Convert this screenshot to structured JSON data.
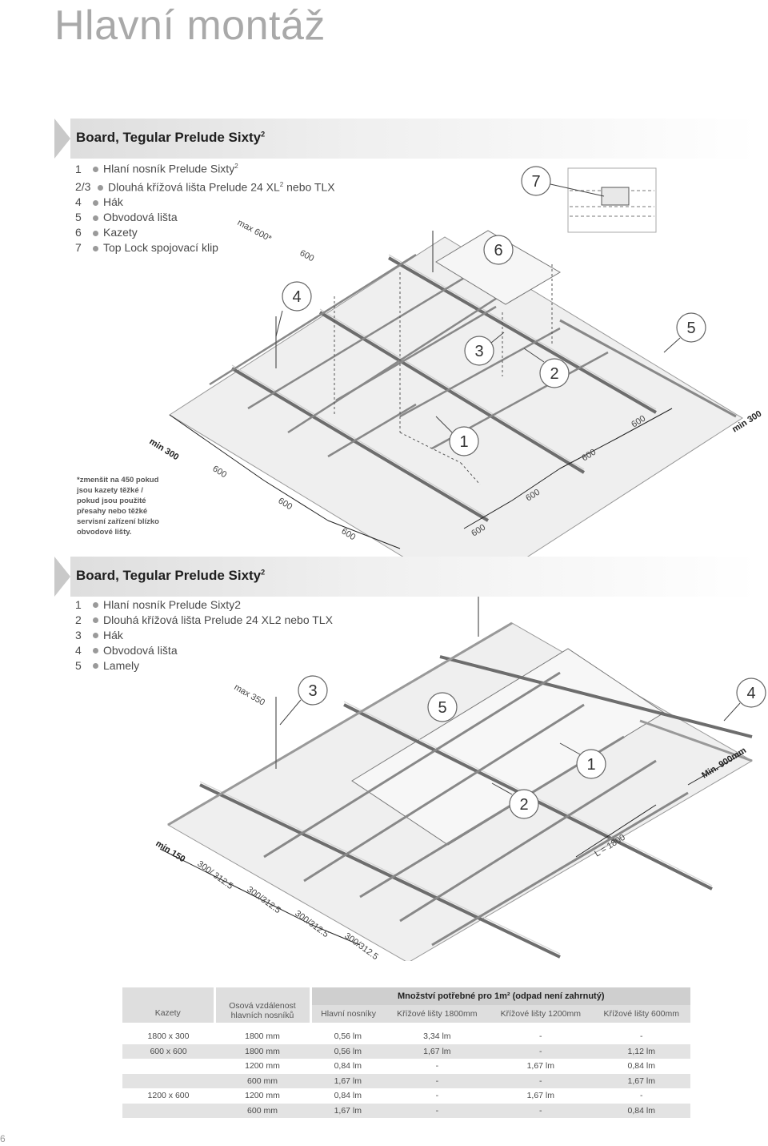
{
  "page": {
    "title": "Hlavní montáž",
    "page_number": "6"
  },
  "section1": {
    "heading": "Board, Tegular Prelude Sixty",
    "heading_sup": "2",
    "legend": [
      {
        "num": "1",
        "text": "Hlaní nosník Prelude Sixty",
        "sup": "2"
      },
      {
        "num": "2/3",
        "text": "Dlouhá křížová lišta Prelude 24 XL",
        "sup": "2",
        "tail": " nebo TLX"
      },
      {
        "num": "4",
        "text": "Hák",
        "sup": "",
        "tail": ""
      },
      {
        "num": "5",
        "text": "Obvodová lišta",
        "sup": "",
        "tail": ""
      },
      {
        "num": "6",
        "text": "Kazety",
        "sup": "",
        "tail": ""
      },
      {
        "num": "7",
        "text": "Top Lock spojovací klip",
        "sup": "",
        "tail": ""
      }
    ],
    "note": "*zmenšit na 450 pokud jsou kazety těžké / pokud jsou použité přesahy nebo těžké servisní zařízení blízko obvodové lišty.",
    "labels": {
      "max": "max 600*",
      "min_left": "min 300",
      "min_right": "min 300",
      "d600": "600",
      "callouts": [
        "1",
        "2",
        "3",
        "4",
        "5",
        "6",
        "7"
      ]
    }
  },
  "section2": {
    "heading": "Board, Tegular Prelude Sixty",
    "heading_sup": "2",
    "legend": [
      {
        "num": "1",
        "text": "Hlaní nosník Prelude Sixty2"
      },
      {
        "num": "2",
        "text": "Dlouhá křížová lišta Prelude 24 XL2 nebo TLX"
      },
      {
        "num": "3",
        "text": "Hák"
      },
      {
        "num": "4",
        "text": "Obvodová lišta"
      },
      {
        "num": "5",
        "text": "Lamely"
      }
    ],
    "labels": {
      "max": "max 350",
      "min_left": "min 150",
      "min_right": "Min. 900mm",
      "length": "L = 1800",
      "d1": "300/ 312.5",
      "d2": "300/312.5",
      "d3": "300/312.5",
      "d4": "300/312.5",
      "callouts": [
        "1",
        "2",
        "3",
        "4",
        "5"
      ]
    }
  },
  "table": {
    "group_header": "Množství potřebné pro 1m² (odpad není zahrnutý)",
    "col_kazety": "Kazety",
    "col_osova": "Osová vzdálenost hlavních nosníků",
    "columns": [
      "Hlavní nosníky",
      "Křížové lišty 1800mm",
      "Křížové lišty 1200mm",
      "Křížové lišty 600mm"
    ],
    "rows": [
      {
        "kazety": "1800 x 300",
        "osova": "1800 mm",
        "vals": [
          "0,56 lm",
          "3,34 lm",
          "-",
          "-"
        ]
      },
      {
        "kazety": "600 x 600",
        "osova": "1800 mm",
        "vals": [
          "0,56 lm",
          "1,67 lm",
          "-",
          "1,12 lm"
        ]
      },
      {
        "kazety": "",
        "osova": "1200 mm",
        "vals": [
          "0,84 lm",
          "-",
          "1,67 lm",
          "0,84 lm"
        ]
      },
      {
        "kazety": "",
        "osova": "600 mm",
        "vals": [
          "1,67 lm",
          "-",
          "-",
          "1,67 lm"
        ]
      },
      {
        "kazety": "1200 x 600",
        "osova": "1200 mm",
        "vals": [
          "0,84 lm",
          "-",
          "1,67 lm",
          "-"
        ]
      },
      {
        "kazety": "",
        "osova": "600 mm",
        "vals": [
          "1,67 lm",
          "-",
          "-",
          "0,84 lm"
        ]
      }
    ]
  }
}
